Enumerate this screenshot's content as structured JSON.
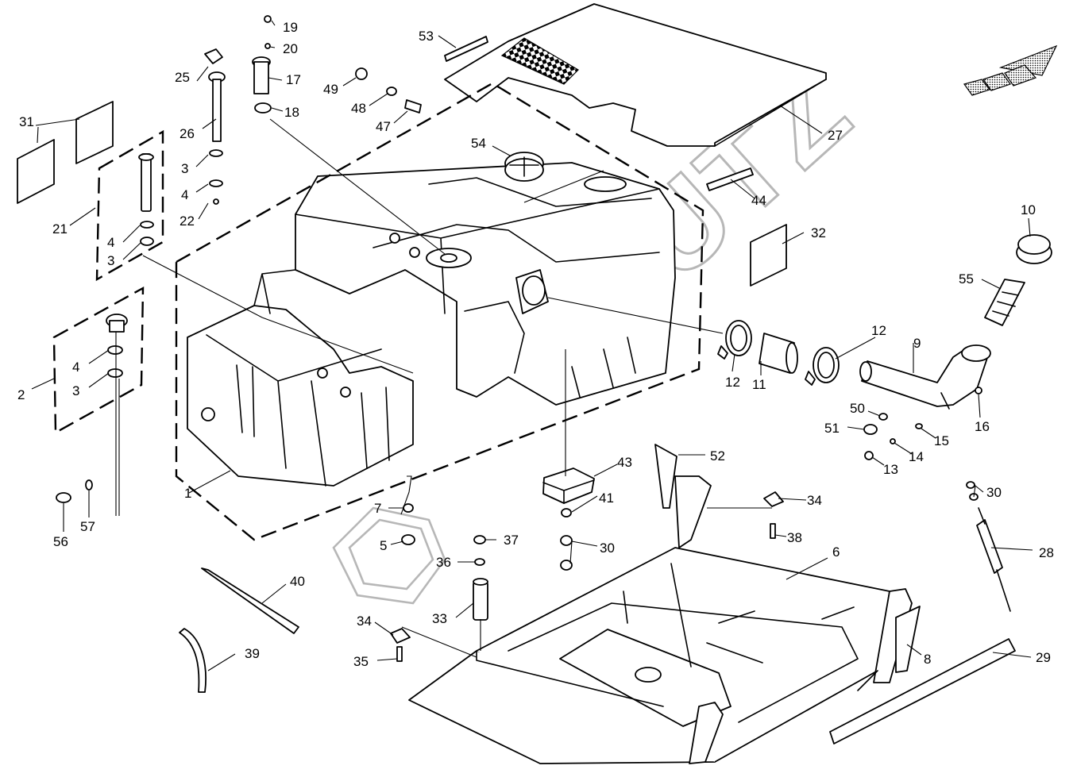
{
  "diagram": {
    "callouts": [
      {
        "id": "c1",
        "text": "1"
      },
      {
        "id": "c2",
        "text": "2"
      },
      {
        "id": "c3a",
        "text": "3"
      },
      {
        "id": "c3b",
        "text": "3"
      },
      {
        "id": "c3c",
        "text": "3"
      },
      {
        "id": "c4a",
        "text": "4"
      },
      {
        "id": "c4b",
        "text": "4"
      },
      {
        "id": "c4c",
        "text": "4"
      },
      {
        "id": "c5",
        "text": "5"
      },
      {
        "id": "c6",
        "text": "6"
      },
      {
        "id": "c7",
        "text": "7"
      },
      {
        "id": "c8",
        "text": "8"
      },
      {
        "id": "c9",
        "text": "9"
      },
      {
        "id": "c10",
        "text": "10"
      },
      {
        "id": "c11",
        "text": "11"
      },
      {
        "id": "c12a",
        "text": "12"
      },
      {
        "id": "c12b",
        "text": "12"
      },
      {
        "id": "c13",
        "text": "13"
      },
      {
        "id": "c14",
        "text": "14"
      },
      {
        "id": "c15",
        "text": "15"
      },
      {
        "id": "c16",
        "text": "16"
      },
      {
        "id": "c17",
        "text": "17"
      },
      {
        "id": "c18",
        "text": "18"
      },
      {
        "id": "c19",
        "text": "19"
      },
      {
        "id": "c20",
        "text": "20"
      },
      {
        "id": "c21",
        "text": "21"
      },
      {
        "id": "c22",
        "text": "22"
      },
      {
        "id": "c25",
        "text": "25"
      },
      {
        "id": "c26",
        "text": "26"
      },
      {
        "id": "c27",
        "text": "27"
      },
      {
        "id": "c28",
        "text": "28"
      },
      {
        "id": "c29",
        "text": "29"
      },
      {
        "id": "c30a",
        "text": "30"
      },
      {
        "id": "c30b",
        "text": "30"
      },
      {
        "id": "c31",
        "text": "31"
      },
      {
        "id": "c32",
        "text": "32"
      },
      {
        "id": "c33",
        "text": "33"
      },
      {
        "id": "c34a",
        "text": "34"
      },
      {
        "id": "c34b",
        "text": "34"
      },
      {
        "id": "c35",
        "text": "35"
      },
      {
        "id": "c36",
        "text": "36"
      },
      {
        "id": "c37",
        "text": "37"
      },
      {
        "id": "c38",
        "text": "38"
      },
      {
        "id": "c39",
        "text": "39"
      },
      {
        "id": "c40",
        "text": "40"
      },
      {
        "id": "c41",
        "text": "41"
      },
      {
        "id": "c43",
        "text": "43"
      },
      {
        "id": "c44",
        "text": "44"
      },
      {
        "id": "c47",
        "text": "47"
      },
      {
        "id": "c48",
        "text": "48"
      },
      {
        "id": "c49",
        "text": "49"
      },
      {
        "id": "c50",
        "text": "50"
      },
      {
        "id": "c51",
        "text": "51"
      },
      {
        "id": "c52",
        "text": "52"
      },
      {
        "id": "c53",
        "text": "53"
      },
      {
        "id": "c54",
        "text": "54"
      },
      {
        "id": "c55",
        "text": "55"
      },
      {
        "id": "c56",
        "text": "56"
      },
      {
        "id": "c57",
        "text": "57"
      }
    ],
    "watermark": "DEUTZ",
    "direction_arrow_icon": "forward-direction-arrow-icon",
    "colors": {
      "line": "#000000",
      "background": "#ffffff",
      "watermark": "#b7b7b7"
    }
  }
}
